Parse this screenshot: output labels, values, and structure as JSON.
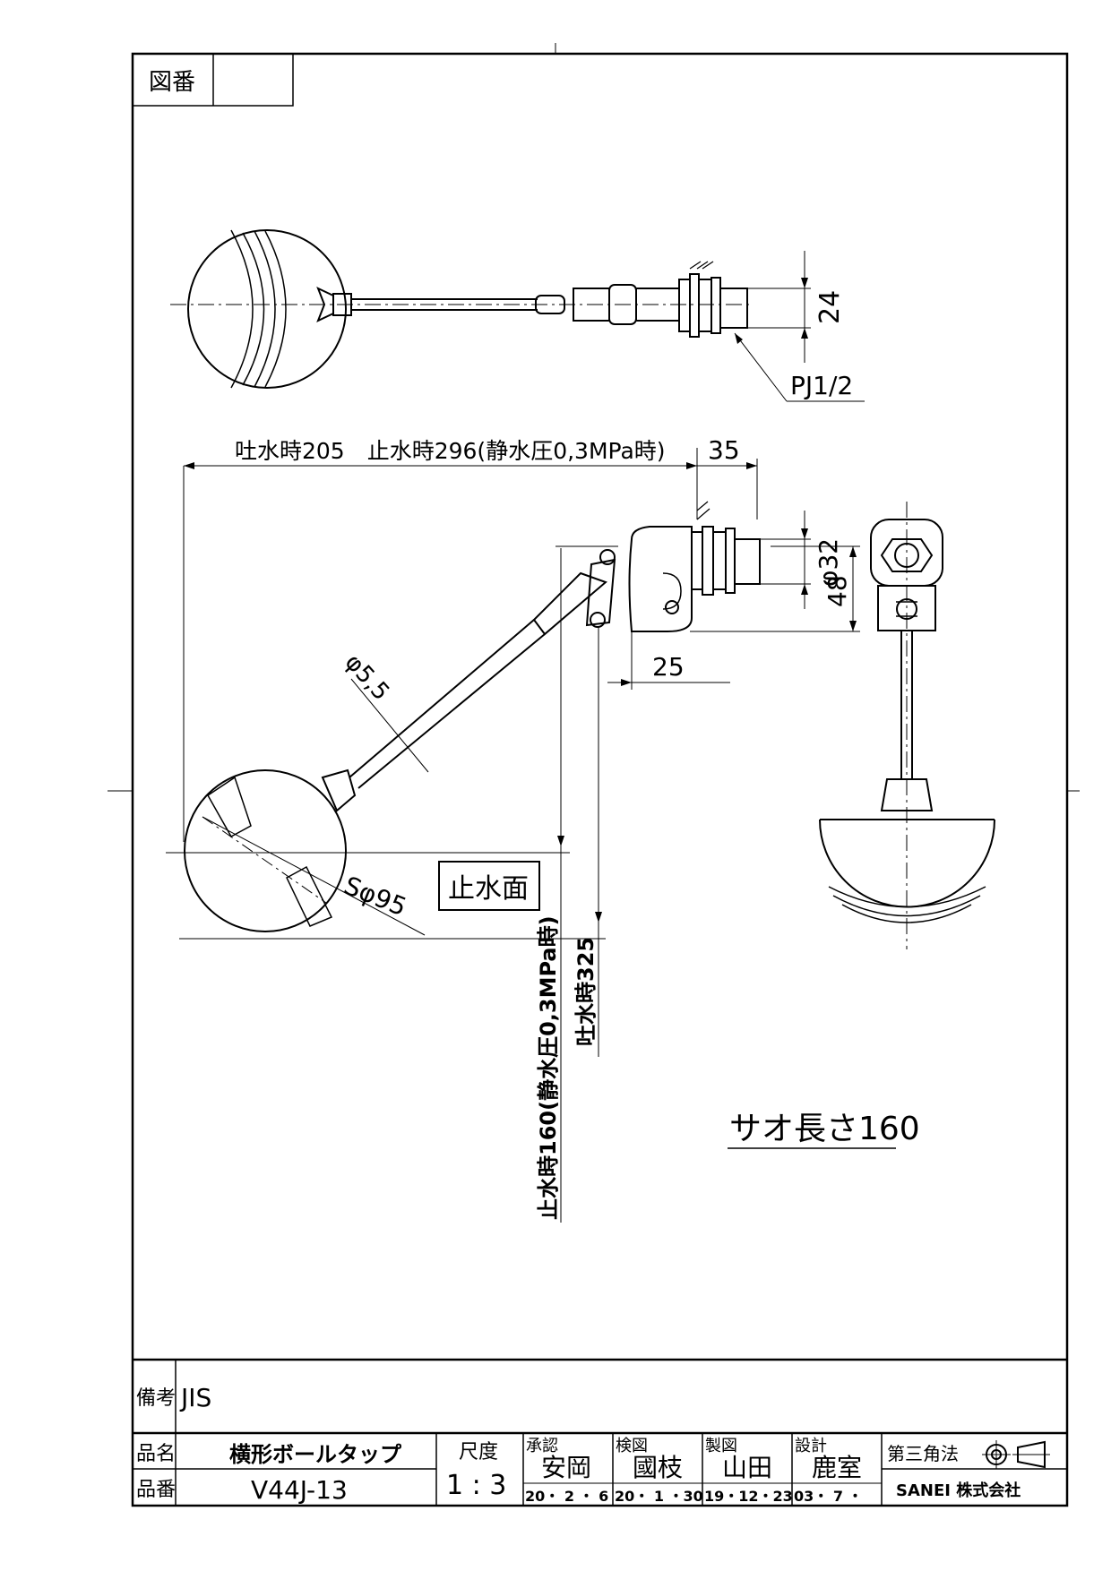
{
  "drawing_number": {
    "label": "図番",
    "value": ""
  },
  "views": {
    "top": {
      "thread_dim": "24",
      "thread_callout": "PJ1/2"
    },
    "front": {
      "horizontal_dim": "吐水時205　止水時296(静水圧0,3MPa時)",
      "body_length_dim": "35",
      "bore_dim": "φ32",
      "height_dim": "48",
      "offset_dim": "25",
      "rod_dia_dim": "φ5,5",
      "ball_dia_dim": "Sφ95",
      "water_level_label": "止水面",
      "vert_dim_closed": "止水時160(静水圧0,3MPa時)",
      "vert_dim_open": "吐水時325"
    },
    "rod_length_note": "サオ長さ160"
  },
  "title_block": {
    "remarks_label": "備考",
    "remarks_value": "JIS",
    "product_name_label": "品名",
    "product_name_value": "横形ボールタップ",
    "part_number_label": "品番",
    "part_number_value": "V44J-13",
    "scale_label": "尺度",
    "scale_value": "1 : 3",
    "approved": {
      "label": "承認",
      "name": "安岡",
      "date": "20・ 2 ・ 6"
    },
    "checked": {
      "label": "検図",
      "name": "國枝",
      "date": "20・ 1 ・30"
    },
    "drawn": {
      "label": "製図",
      "name": "山田",
      "date": "19・12・23"
    },
    "designed": {
      "label": "設計",
      "name": "鹿室",
      "date": "03・ 7 ・"
    },
    "projection_label": "第三角法",
    "company": "SANEI 株式会社"
  }
}
